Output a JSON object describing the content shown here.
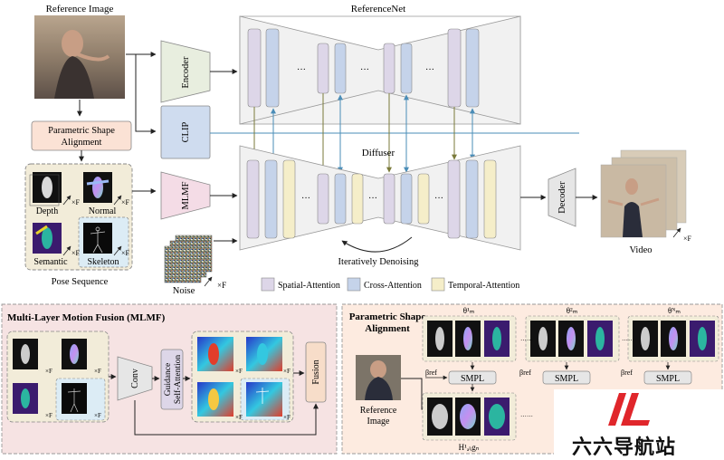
{
  "top": {
    "reference_image_label": "Reference Image",
    "referencenet_label": "ReferenceNet",
    "diffuser_label": "Diffuser",
    "encoder_label": "Encoder",
    "clip_label": "CLIP",
    "mlmf_label": "MLMF",
    "decoder_label": "Decoder",
    "psa_label_line1": "Parametric Shape",
    "psa_label_line2": "Alignment",
    "pose_tiles": [
      "Depth",
      "Normal",
      "Semantic",
      "Skeleton"
    ],
    "times_f": "×F",
    "pose_sequence_label": "Pose Sequence",
    "noise_label": "Noise",
    "iterative_label": "Iteratively Denoising",
    "video_label": "Video",
    "ellipsis": "···",
    "legend": [
      {
        "label": "Spatial-Attention",
        "color": "#ddd6e8"
      },
      {
        "label": "Cross-Attention",
        "color": "#c5d3ea"
      },
      {
        "label": "Temporal-Attention",
        "color": "#f5eec9"
      }
    ]
  },
  "mlmf_panel": {
    "title": "Multi-Layer Motion Fusion (MLMF)",
    "conv_label": "Conv",
    "guidance_line1": "Guidance",
    "guidance_line2": "Self-Attention",
    "fusion_label": "Fusion",
    "times_f": "×F"
  },
  "psa_panel": {
    "title_line1": "Parametric Shape",
    "title_line2": "Alignment",
    "reference_image_line1": "Reference",
    "reference_image_line2": "Image",
    "smpl_label": "SMPL",
    "theta_1": "θ¹ₘ",
    "theta_2": "θ²ₘ",
    "theta_n": "θᴺₘ",
    "beta_ref": "βref",
    "h_label": "H¹ₐₗᵢgₙ",
    "dots": "······"
  },
  "watermark": {
    "text": "六六导航站"
  },
  "colors": {
    "spatial": "#ddd6e8",
    "cross": "#c5d3ea",
    "temporal": "#f5eec9",
    "encoder": "#e8eedf",
    "clip": "#cfdcef",
    "psa": "#fbe2d5",
    "mlmf_bg": "#f6e3e3",
    "psa_bg": "#fdebe0",
    "cross_line": "#4a8db7",
    "watermark_red": "#e0262b"
  }
}
